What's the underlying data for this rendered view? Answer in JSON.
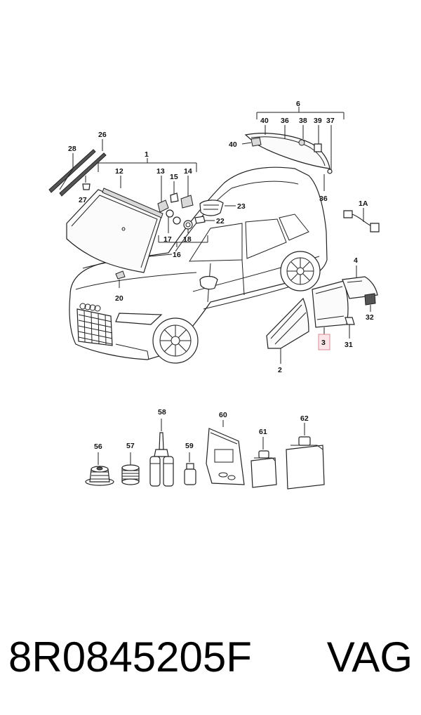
{
  "callouts": {
    "c1": "1",
    "c1a": "1A",
    "c2": "2",
    "c3": "3",
    "c4": "4",
    "c6": "6",
    "c12": "12",
    "c13": "13",
    "c14": "14",
    "c15": "15",
    "c16": "16",
    "c17": "17",
    "c18": "18",
    "c20": "20",
    "c22": "22",
    "c23": "23",
    "c26": "26",
    "c27": "27",
    "c28": "28",
    "c31": "31",
    "c32": "32",
    "c36a": "36",
    "c36b": "36",
    "c37": "37",
    "c38": "38",
    "c39": "39",
    "c40a": "40",
    "c40b": "40",
    "c56": "56",
    "c57": "57",
    "c58": "58",
    "c59": "59",
    "c60": "60",
    "c61": "61",
    "c62": "62"
  },
  "highlighted_part": "3",
  "footer": {
    "part_number": "8R0845205F",
    "brand": "VAG"
  }
}
